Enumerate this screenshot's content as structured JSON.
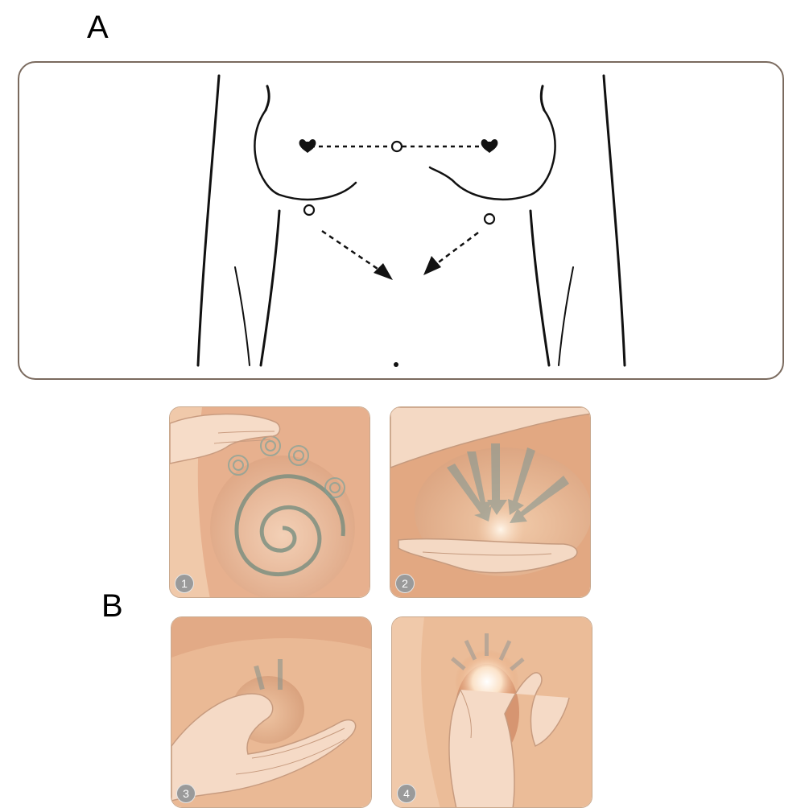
{
  "panels": {
    "a": {
      "label": "A"
    },
    "b": {
      "label": "B",
      "steps": [
        {
          "number": "1"
        },
        {
          "number": "2"
        },
        {
          "number": "3"
        },
        {
          "number": "4"
        }
      ]
    }
  },
  "colors": {
    "skin": "#e8b896",
    "skin_light": "#f2d2b8",
    "skin_shadow": "#c98e6c",
    "line_art": "#111111",
    "frame": "#7a6a5e",
    "arrow_gray": "#8a8f8a",
    "badge_gray": "#9a9a9a"
  }
}
